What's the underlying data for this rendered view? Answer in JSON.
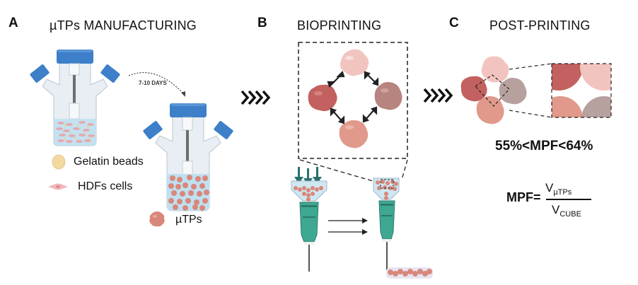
{
  "panels": {
    "a": {
      "letter": "A",
      "title": "µTPs MANUFACTURING"
    },
    "b": {
      "letter": "B",
      "title": "BIOPRINTING"
    },
    "c": {
      "letter": "C",
      "title": "POST-PRINTING"
    }
  },
  "manufacturing": {
    "duration_label": "7-10 DAYS",
    "legend": [
      {
        "icon": "gelatin-bead-icon",
        "label": "Gelatin beads"
      },
      {
        "icon": "hdf-cell-icon",
        "label": "HDFs cells"
      },
      {
        "icon": "microtissue-icon",
        "label": "µTPs"
      }
    ]
  },
  "post_printing": {
    "mpf_range": "55%<MPF<64%",
    "formula": {
      "lhs": "MPF=",
      "numerator_main": "V",
      "numerator_sub": "µTPs",
      "denominator_main": "V",
      "denominator_sub": "CUBE"
    }
  },
  "colors": {
    "cap_blue": "#3d7fc9",
    "flask_glass": "#e8eef3",
    "medium": "#bfe0f0",
    "microtissue": "#d9877a",
    "needle_teal": "#3fa893",
    "arrow_teal": "#2a6f70",
    "tissue_pink_light": "#f2c4c0",
    "tissue_red": "#c2615f",
    "tissue_mauve": "#b7847f",
    "tissue_salmon": "#e0998a"
  }
}
